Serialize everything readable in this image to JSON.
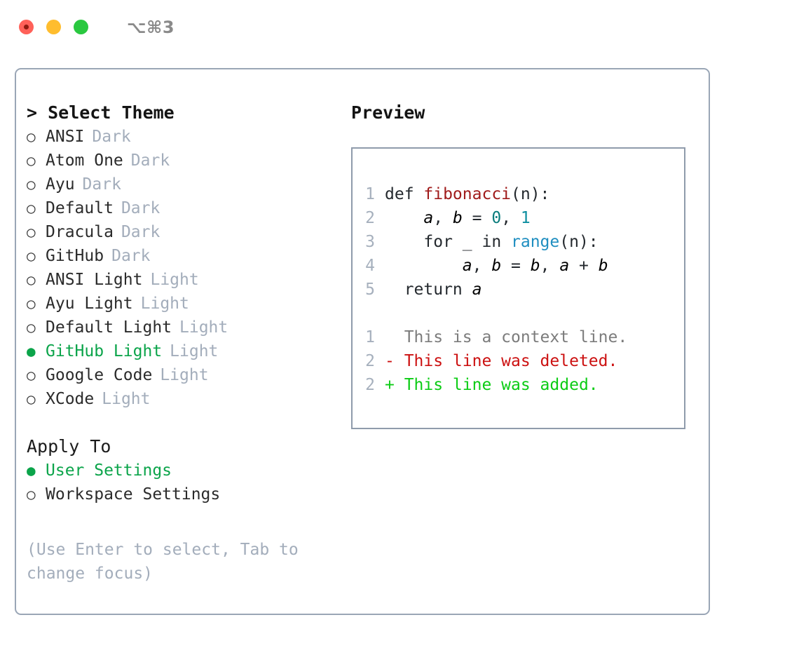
{
  "titlebar": {
    "shortcut": "⌥⌘3",
    "dots": [
      "close-red",
      "minimize-yellow",
      "maximize-green"
    ]
  },
  "theme_panel": {
    "heading": "> Select Theme",
    "markers": {
      "selected": "●",
      "unselected": "○"
    },
    "items": [
      {
        "name": "ANSI",
        "variant": "Dark",
        "selected": false
      },
      {
        "name": "Atom One",
        "variant": "Dark",
        "selected": false
      },
      {
        "name": "Ayu",
        "variant": "Dark",
        "selected": false
      },
      {
        "name": "Default",
        "variant": "Dark",
        "selected": false
      },
      {
        "name": "Dracula",
        "variant": "Dark",
        "selected": false
      },
      {
        "name": "GitHub",
        "variant": "Dark",
        "selected": false
      },
      {
        "name": "ANSI Light",
        "variant": "Light",
        "selected": false
      },
      {
        "name": "Ayu Light",
        "variant": "Light",
        "selected": false
      },
      {
        "name": "Default Light",
        "variant": "Light",
        "selected": false
      },
      {
        "name": "GitHub Light",
        "variant": "Light",
        "selected": true
      },
      {
        "name": "Google Code",
        "variant": "Light",
        "selected": false
      },
      {
        "name": "XCode",
        "variant": "Light",
        "selected": false
      }
    ]
  },
  "apply_to": {
    "heading": "Apply To",
    "options": [
      {
        "name": "User Settings",
        "selected": true
      },
      {
        "name": "Workspace Settings",
        "selected": false
      }
    ]
  },
  "hint": "(Use Enter to select, Tab to change focus)",
  "preview": {
    "heading": "Preview",
    "code_lines": [
      {
        "num": "1",
        "segments": [
          {
            "text": "def ",
            "style": "code-text"
          },
          {
            "text": "fibonacci",
            "style": "tok-fn"
          },
          {
            "text": "(n):",
            "style": "code-text"
          }
        ]
      },
      {
        "num": "2",
        "segments": [
          {
            "text": "    ",
            "style": "code-text"
          },
          {
            "text": "a",
            "style": "tok-var"
          },
          {
            "text": ", ",
            "style": "code-text"
          },
          {
            "text": "b",
            "style": "tok-var"
          },
          {
            "text": " = ",
            "style": "code-text"
          },
          {
            "text": "0",
            "style": "tok-num"
          },
          {
            "text": ", ",
            "style": "code-text"
          },
          {
            "text": "1",
            "style": "tok-num2"
          }
        ]
      },
      {
        "num": "3",
        "segments": [
          {
            "text": "    for _ in ",
            "style": "code-text"
          },
          {
            "text": "range",
            "style": "tok-call"
          },
          {
            "text": "(n):",
            "style": "code-text"
          }
        ]
      },
      {
        "num": "4",
        "segments": [
          {
            "text": "        ",
            "style": "code-text"
          },
          {
            "text": "a",
            "style": "tok-var"
          },
          {
            "text": ", ",
            "style": "code-text"
          },
          {
            "text": "b",
            "style": "tok-var"
          },
          {
            "text": " = ",
            "style": "code-text"
          },
          {
            "text": "b",
            "style": "tok-var"
          },
          {
            "text": ", ",
            "style": "code-text"
          },
          {
            "text": "a",
            "style": "tok-var"
          },
          {
            "text": " + ",
            "style": "code-text"
          },
          {
            "text": "b",
            "style": "tok-var"
          }
        ]
      },
      {
        "num": "5",
        "segments": [
          {
            "text": "  return ",
            "style": "code-text"
          },
          {
            "text": "a",
            "style": "tok-var"
          }
        ]
      }
    ],
    "diff_lines": [
      {
        "num": "1",
        "marker": "  ",
        "text": "This is a context line.",
        "style": "diff-ctx"
      },
      {
        "num": "2",
        "marker": "- ",
        "text": "This line was deleted.",
        "style": "diff-del"
      },
      {
        "num": "2",
        "marker": "+ ",
        "text": "This line was added.",
        "style": "diff-add"
      }
    ]
  },
  "colors": {
    "selected_green": "#0ba44a",
    "muted_gray": "#a3adbb",
    "border": "#9aa6b6",
    "preview_border": "#8f9bab",
    "diff_delete": "#cc1111",
    "diff_add": "#0ccc15",
    "fn_red": "#a01b1b",
    "call_blue": "#1f8ec0",
    "num_teal": "#0a7c7c"
  }
}
